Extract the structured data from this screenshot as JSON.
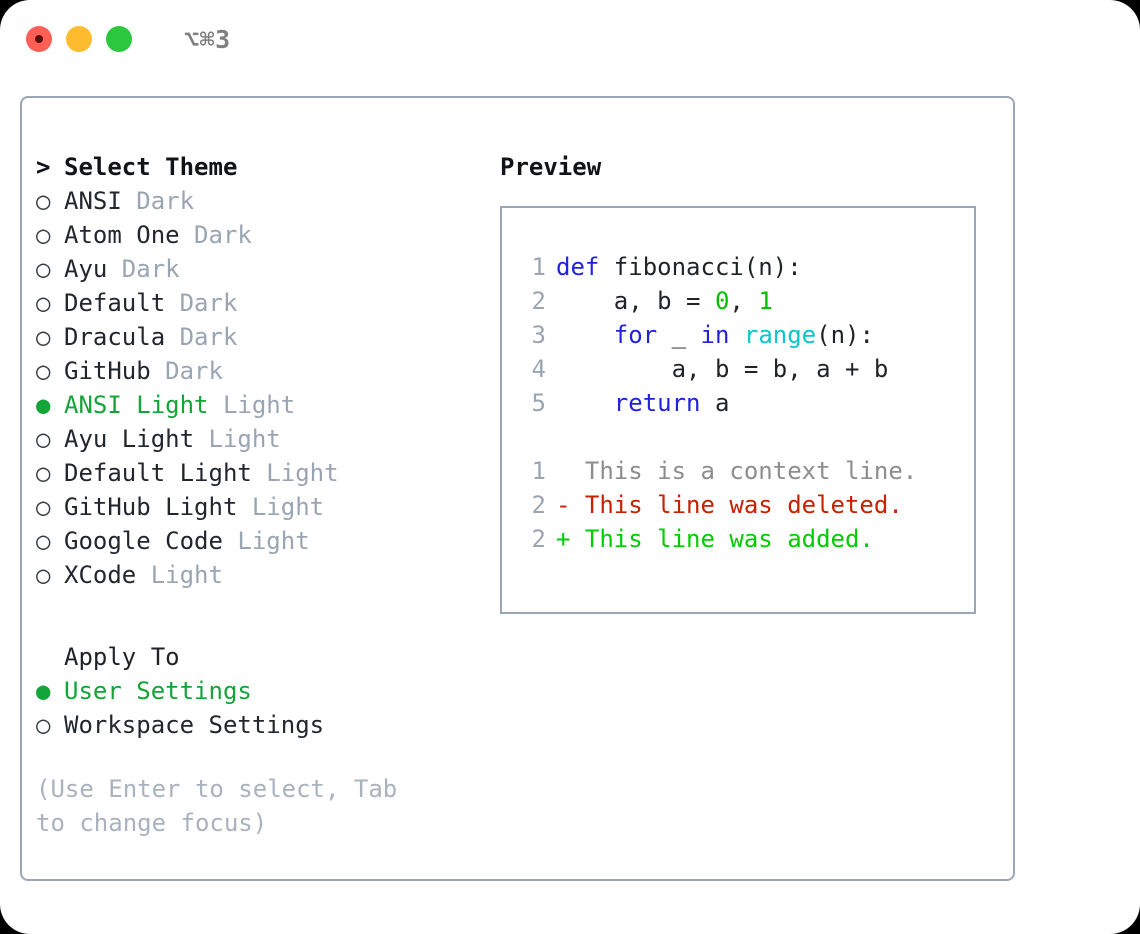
{
  "titlebar": {
    "dots": [
      "close-red",
      "minimize-yellow",
      "zoom-green"
    ],
    "shortcut": "⌥⌘3"
  },
  "theme_picker": {
    "heading_marker": ">",
    "heading": "Select Theme",
    "selected_marker": "●",
    "unselected_marker": "○",
    "items": [
      {
        "name": "ANSI",
        "tag": "Dark",
        "selected": false
      },
      {
        "name": "Atom One",
        "tag": "Dark",
        "selected": false
      },
      {
        "name": "Ayu",
        "tag": "Dark",
        "selected": false
      },
      {
        "name": "Default",
        "tag": "Dark",
        "selected": false
      },
      {
        "name": "Dracula",
        "tag": "Dark",
        "selected": false
      },
      {
        "name": "GitHub",
        "tag": "Dark",
        "selected": false
      },
      {
        "name": "ANSI Light",
        "tag": "Light",
        "selected": true
      },
      {
        "name": "Ayu Light",
        "tag": "Light",
        "selected": false
      },
      {
        "name": "Default Light",
        "tag": "Light",
        "selected": false
      },
      {
        "name": "GitHub Light",
        "tag": "Light",
        "selected": false
      },
      {
        "name": "Google Code",
        "tag": "Light",
        "selected": false
      },
      {
        "name": "XCode",
        "tag": "Light",
        "selected": false
      }
    ]
  },
  "apply_to": {
    "heading": "Apply To",
    "options": [
      {
        "name": "User Settings",
        "selected": true
      },
      {
        "name": "Workspace Settings",
        "selected": false
      }
    ]
  },
  "hint": "(Use Enter to select, Tab to change focus)",
  "preview": {
    "title": "Preview",
    "code_lines": [
      {
        "num": "1",
        "tokens": [
          {
            "t": "def",
            "c": "kw"
          },
          {
            "t": " fibonacci(n):",
            "c": "plain"
          }
        ]
      },
      {
        "num": "2",
        "tokens": [
          {
            "t": "    a, b = ",
            "c": "plain"
          },
          {
            "t": "0",
            "c": "num"
          },
          {
            "t": ", ",
            "c": "plain"
          },
          {
            "t": "1",
            "c": "num"
          }
        ]
      },
      {
        "num": "3",
        "tokens": [
          {
            "t": "    ",
            "c": "plain"
          },
          {
            "t": "for",
            "c": "kw"
          },
          {
            "t": " _ ",
            "c": "plain"
          },
          {
            "t": "in",
            "c": "kw"
          },
          {
            "t": " ",
            "c": "plain"
          },
          {
            "t": "range",
            "c": "fn"
          },
          {
            "t": "(n):",
            "c": "plain"
          }
        ]
      },
      {
        "num": "4",
        "tokens": [
          {
            "t": "        a, b = b, a + b",
            "c": "plain"
          }
        ]
      },
      {
        "num": "5",
        "tokens": [
          {
            "t": "    ",
            "c": "plain"
          },
          {
            "t": "return",
            "c": "kw"
          },
          {
            "t": " a",
            "c": "plain"
          }
        ]
      },
      {
        "num": "",
        "tokens": []
      },
      {
        "num": "1",
        "tokens": [
          {
            "t": "  This is a context line.",
            "c": "ctx"
          }
        ]
      },
      {
        "num": "2",
        "tokens": [
          {
            "t": "- This line was deleted.",
            "c": "del"
          }
        ]
      },
      {
        "num": "2",
        "tokens": [
          {
            "t": "+ This line was added.",
            "c": "add"
          }
        ]
      }
    ]
  },
  "colors": {
    "accent_green": "#13a538",
    "tag_gray": "#9aa5b4",
    "border": "#9aa7b7",
    "keyword_blue": "#2222dd",
    "function_cyan": "#09c6ca",
    "number_green": "#00c000",
    "diff_delete_red": "#c62200",
    "diff_add_green": "#00cc00",
    "context_gray": "#8d8d8d"
  }
}
